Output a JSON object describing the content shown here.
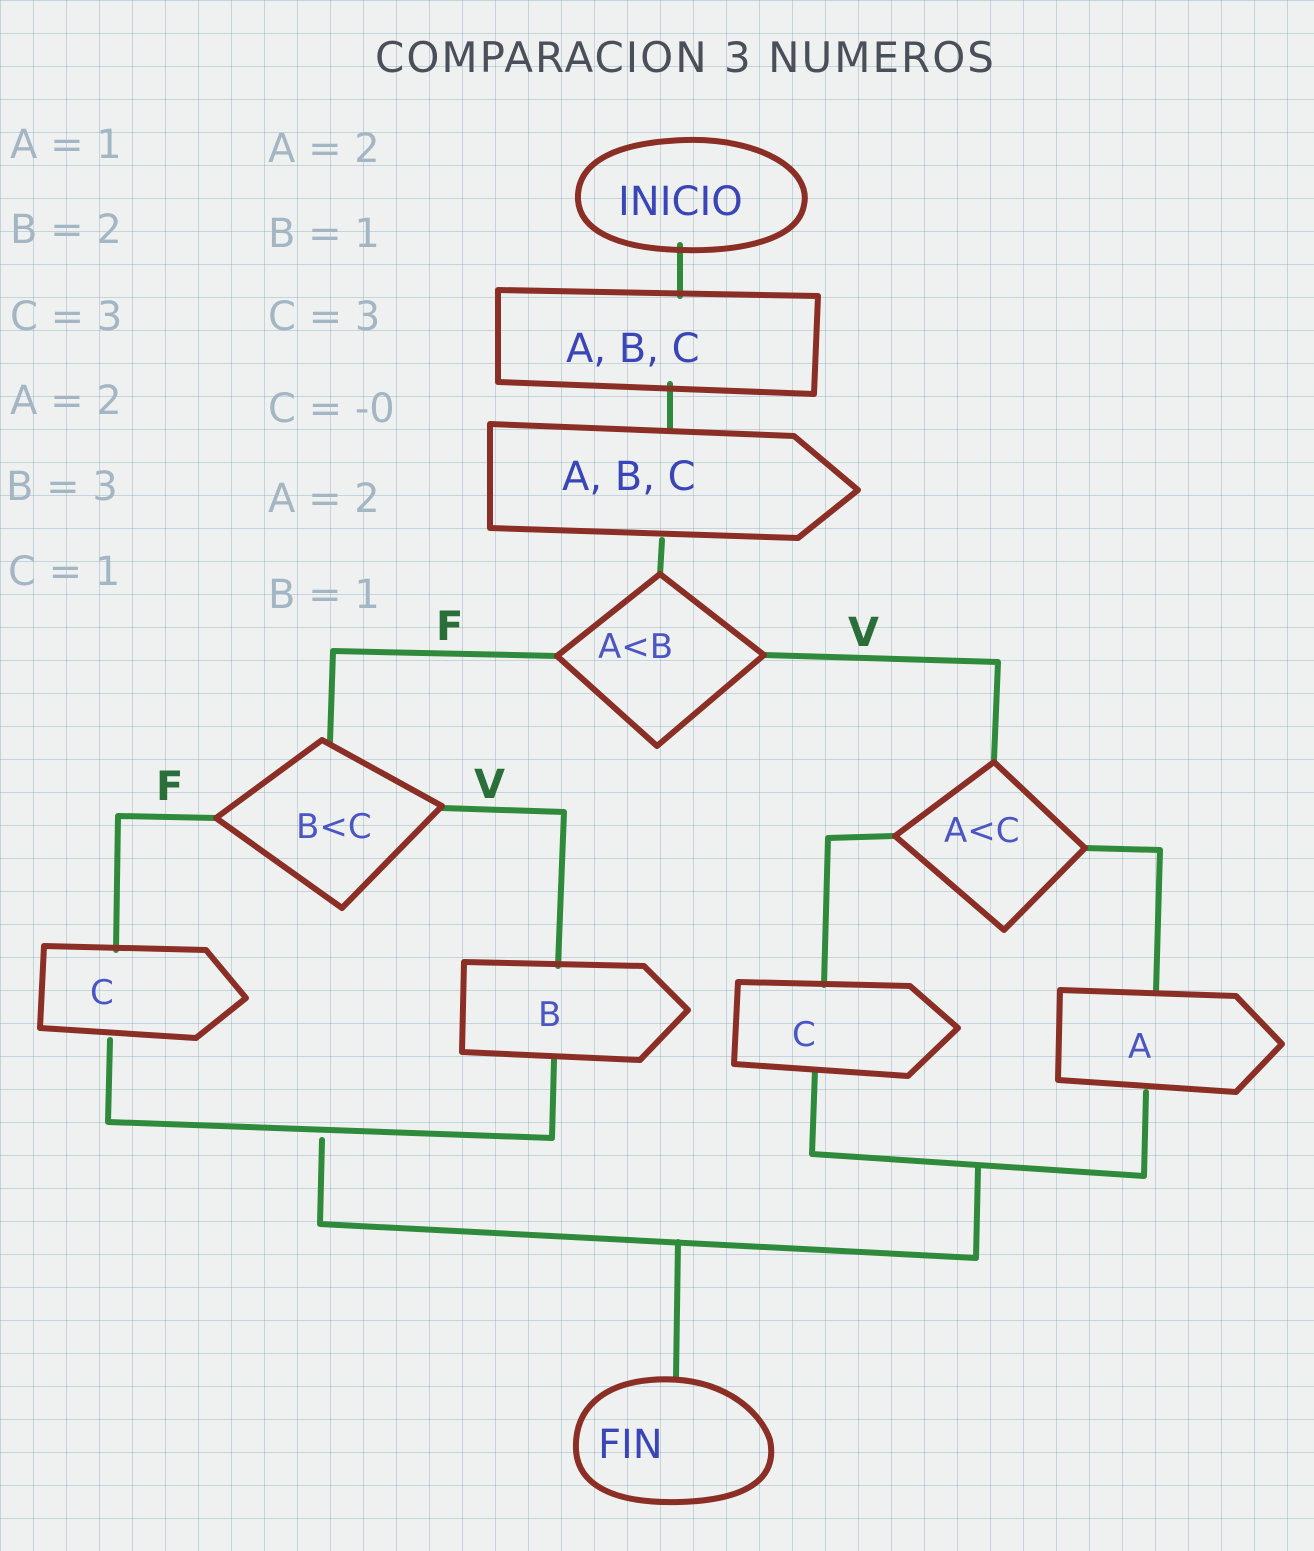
{
  "title": "COMPARACION 3 NUMEROS",
  "notes": {
    "col1": [
      "A = 1",
      "B = 2",
      "C = 3",
      "A = 2",
      "B = 3",
      "C = 1"
    ],
    "col2": [
      "A = 2",
      "B = 1",
      "C = 3",
      "C = -0",
      "A = 2",
      "B = 1"
    ]
  },
  "nodes": {
    "start": "INICIO",
    "input": "A, B, C",
    "output_all": "A, B, C",
    "cond_ab": "A<B",
    "cond_bc": "B<C",
    "cond_ac": "A<C",
    "out_c_left": "C",
    "out_b": "B",
    "out_c_right": "C",
    "out_a": "A",
    "end": "FIN"
  },
  "branches": {
    "ab_false": "F",
    "ab_true": "V",
    "bc_false": "F",
    "bc_true": "V"
  },
  "colors": {
    "shape_outline": "#8b2e26",
    "connector": "#2f8a3c",
    "node_text": "#3a45b8",
    "grid": "#6e96af"
  }
}
